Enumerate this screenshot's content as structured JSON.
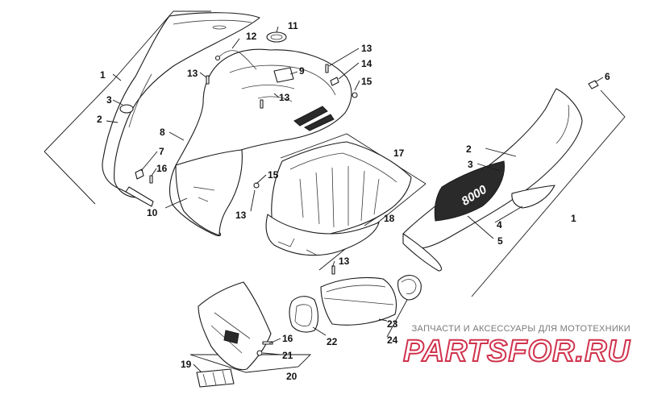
{
  "diagram": {
    "callouts": [
      "1",
      "2",
      "3",
      "4",
      "5",
      "6",
      "7",
      "8",
      "9",
      "10",
      "11",
      "12",
      "13",
      "14",
      "15",
      "16",
      "17",
      "18",
      "19",
      "20",
      "21",
      "22",
      "23",
      "24"
    ],
    "decal_text": "8000"
  },
  "watermark": {
    "caption": "ЗАПЧАСТИ И АКСЕССУАРЫ ДЛЯ МОТОТЕХНИКИ",
    "logo": "PARTSFOR.RU"
  },
  "colors": {
    "line": "#1a1a1a",
    "decal": "#2a2a2a",
    "logo_accent": "#c8102e",
    "caption": "#7a7a7a"
  }
}
